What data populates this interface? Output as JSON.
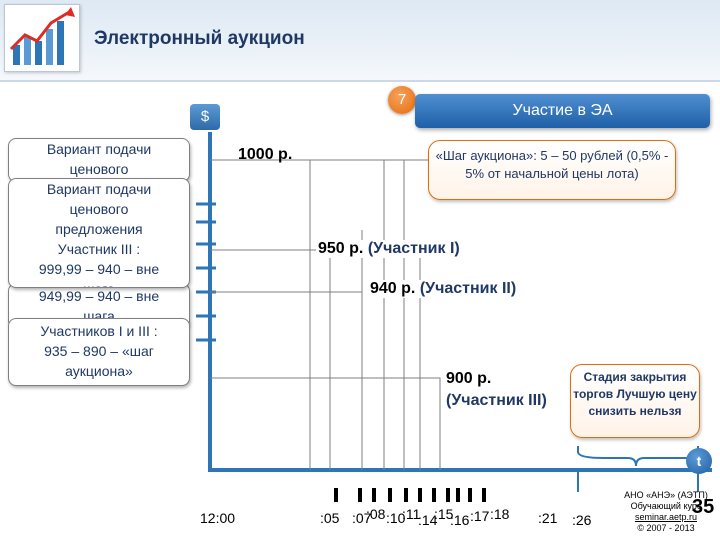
{
  "header": {
    "title": "Электронный аукцион"
  },
  "badge": {
    "step": "7",
    "currency": "$"
  },
  "participation": "Участие в ЭА",
  "cards": [
    {
      "lines": [
        "Вариант подачи",
        "ценового"
      ]
    },
    {
      "lines": [
        "Вариант подачи",
        "ценового",
        "предложения",
        "Участник III :",
        "999,99 – 940 – вне",
        "шага"
      ]
    },
    {
      "lines": [
        "949,99 – 940 – вне",
        "шага"
      ]
    },
    {
      "lines": [
        "Участников I и III :",
        "935 – 890 – «шаг",
        "аукциона»"
      ]
    }
  ],
  "step_note": "«Шаг аукциона»: 5 – 50 рублей (0,5% - 5% от начальной цены лота)",
  "prices": [
    {
      "value": "1000 р.",
      "who": ""
    },
    {
      "value": "950 р.",
      "who": "(Участник I)"
    },
    {
      "value": "940 р.",
      "who": "(Участник II)"
    },
    {
      "value": "900 р.",
      "who": "(Участник III)"
    }
  ],
  "closing_stage": "Стадия закрытия торгов Лучшую цену снизить нельзя",
  "axis_label": "t",
  "time_labels": [
    "12:00",
    ":05",
    ":07",
    ":08",
    ":10",
    ":11",
    ":14",
    ":15",
    ":16",
    ":17",
    ":18",
    ":21",
    ":26"
  ],
  "footer": {
    "org": "АНО «АНЭ» (АЭТП)",
    "course": "Обучающий курс",
    "site": "seminar.aetp.ru",
    "copy": "© 2007 - 2013"
  },
  "slide_number": "35",
  "colors": {
    "accent": "#e46c0a",
    "blue": "#2e75b6",
    "dark": "#1f3864"
  }
}
